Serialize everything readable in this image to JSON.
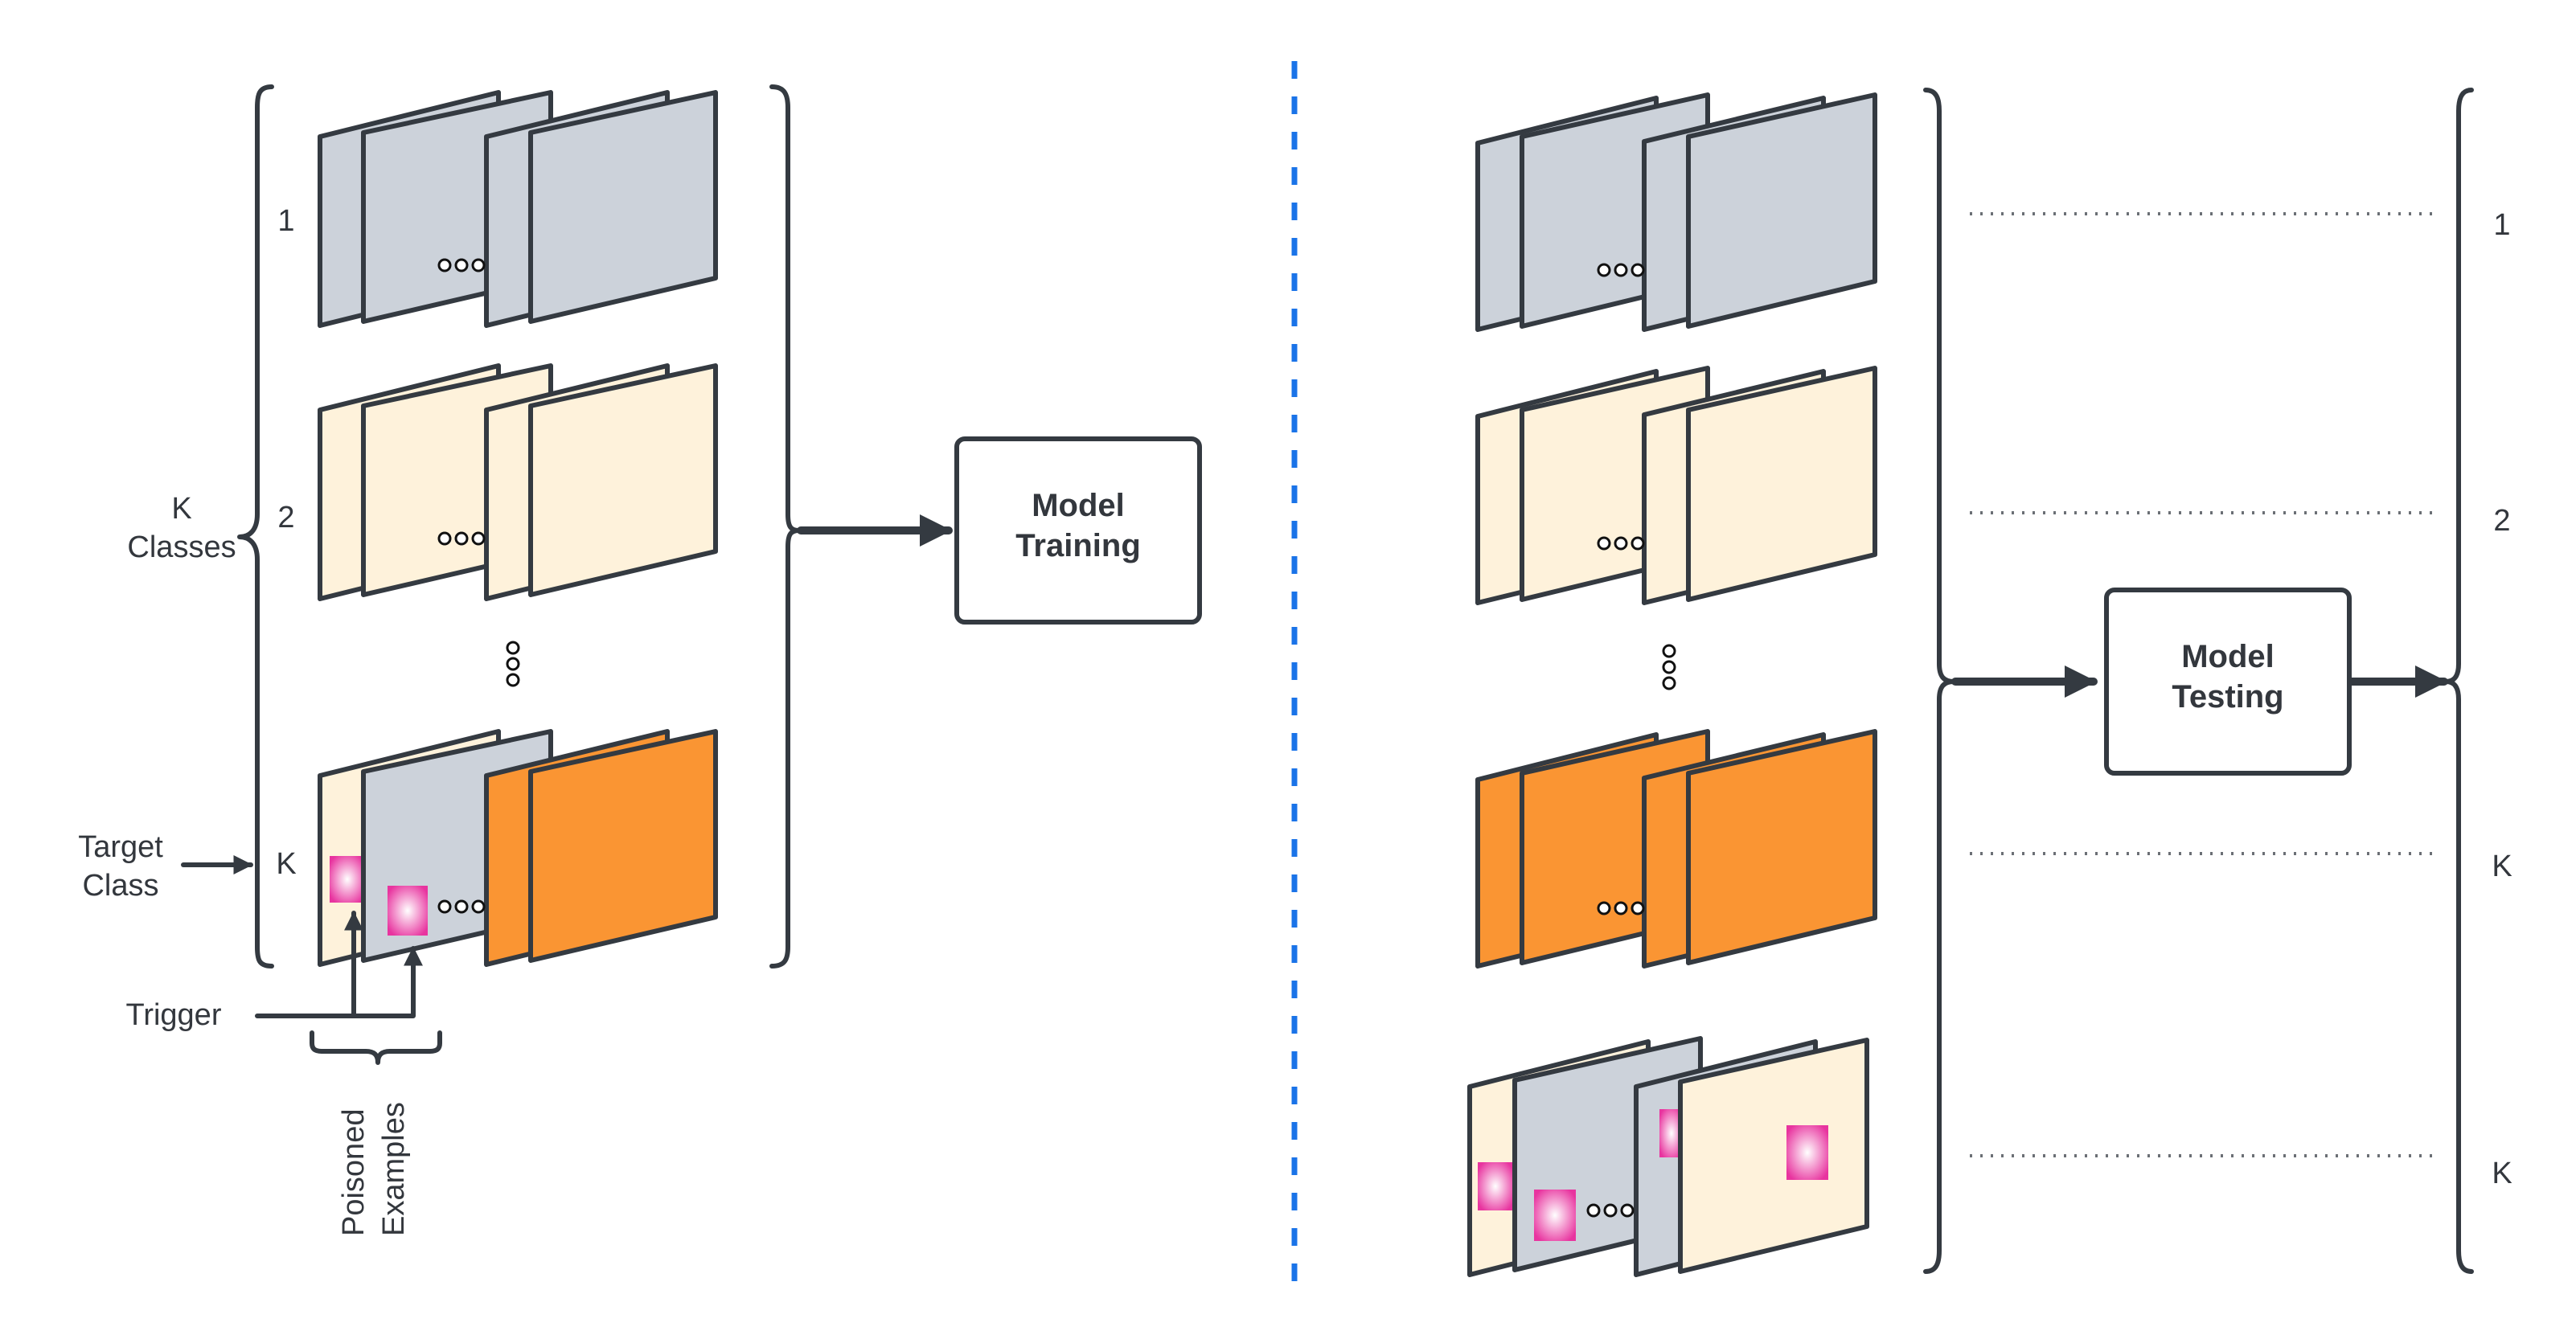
{
  "colors": {
    "gray_card": "#ccd2da",
    "cream_card": "#fef2db",
    "orange_card": "#fa9533",
    "trigger_pink": "#e8349f",
    "outline": "#343a41",
    "divider": "#1a73e8"
  },
  "training": {
    "class_labels": [
      "1",
      "2",
      "K"
    ],
    "group_label_line1": "K",
    "group_label_line2": "Classes",
    "target_label_line1": "Target",
    "target_label_line2": "Class",
    "trigger_label": "Trigger",
    "poisoned_label_line1": "Poisoned",
    "poisoned_label_line2": "Examples",
    "box_line1": "Model",
    "box_line2": "Training"
  },
  "testing": {
    "output_labels": [
      "1",
      "2",
      "K",
      "K"
    ],
    "box_line1": "Model",
    "box_line2": "Testing"
  }
}
